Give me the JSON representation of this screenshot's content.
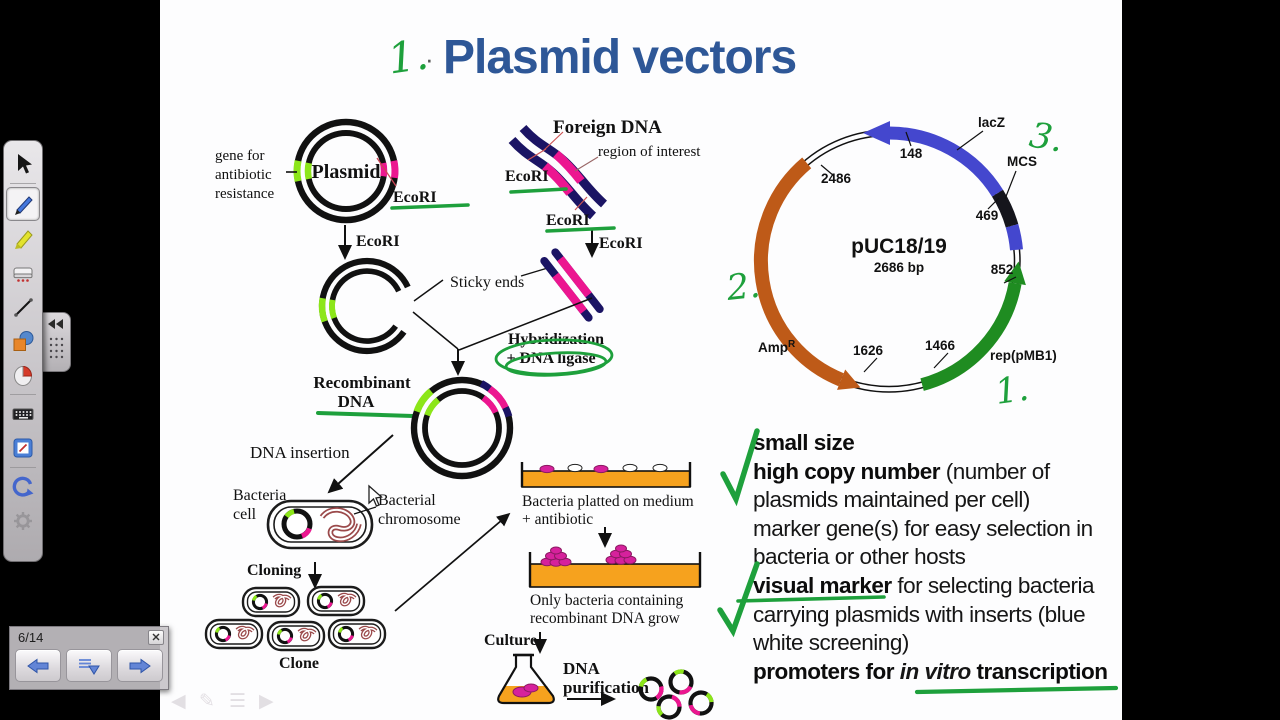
{
  "title": {
    "handwritten_number": "1.",
    "dot": "·",
    "text": "Plasmid vectors"
  },
  "toolbar": {
    "icons": [
      "select-tool",
      "pen-tool",
      "highlighter-tool",
      "eraser-tool",
      "line-tool",
      "shapes-tool",
      "right-click-tool",
      "keyboard-tool",
      "notebook-tool",
      "undo-tool",
      "settings-tool"
    ]
  },
  "diagram": {
    "gene_line1": "gene for",
    "gene_line2": "antibiotic",
    "gene_line3": "resistance",
    "plasmid": "Plasmid",
    "ecori": "EcoRI",
    "foreign_dna": "Foreign DNA",
    "region_of_interest": "region of interest",
    "sticky_ends": "Sticky ends",
    "hybridization_line1": "Hybridization",
    "hybridization_line2": "+ DNA ligase",
    "recombinant_line1": "Recombinant",
    "recombinant_line2": "DNA",
    "dna_insertion": "DNA insertion",
    "bacteria_line1": "Bacteria",
    "bacteria_line2": "cell",
    "chromosome_line1": "Bacterial",
    "chromosome_line2": "chromosome",
    "cloning": "Cloning",
    "clone": "Clone",
    "plate1_line1": "Bacteria platted on medium",
    "plate1_line2": "+ antibiotic",
    "plate2_line1": "Only bacteria containing",
    "plate2_line2": "recombinant DNA grow",
    "culture": "Culture",
    "dna": "DNA",
    "purification": "purification"
  },
  "map": {
    "name": "pUC18/19",
    "size": "2686 bp",
    "pos148": "148",
    "pos2486": "2486",
    "pos469": "469",
    "pos852": "852",
    "pos1466": "1466",
    "pos1626": "1626",
    "lacz": "lacZ",
    "mcs": "MCS",
    "amp": "Amp",
    "amp_sup": "R",
    "rep": "rep(pMB1)",
    "mark1": "1.",
    "mark2": "2.",
    "mark3": "3."
  },
  "notes": {
    "l1b": "small size",
    "l2b": "high copy number",
    "l2r": " (number of",
    "l3": "plasmids maintained per cell)",
    "l4": "marker gene(s) for easy selection in",
    "l5": "bacteria or other hosts",
    "l6b": "visual marker",
    "l6r": " for selecting bacteria",
    "l7": "carrying plasmids with inserts (blue",
    "l8": "white screening)",
    "l9b1": "promoters for ",
    "l9i": "in vitro",
    "l9b2": " transcription"
  },
  "navigator": {
    "page_indicator": "6/14"
  },
  "colors": {
    "ink_green": "#1EA03C",
    "title_blue": "#2E5797",
    "ecori_red": "#E31227",
    "dna_navy": "#1B1464",
    "magenta": "#EC1690",
    "lime": "#8CE619",
    "medium_orange": "#F6A21E",
    "amp_orange": "#BE5A18",
    "lacz_blue": "#4447CE",
    "rep_green": "#1F8C21"
  }
}
